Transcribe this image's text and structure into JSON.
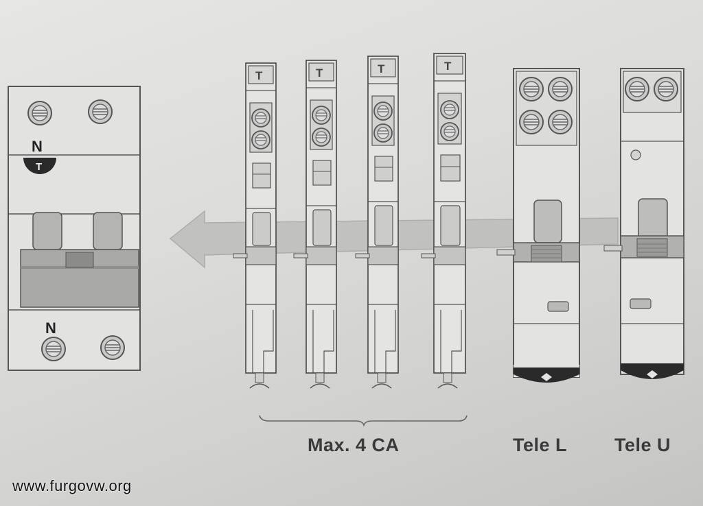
{
  "labels": {
    "neutral_top": "N",
    "test_button": "T",
    "neutral_bottom": "N",
    "group_caption": "Max. 4 CA",
    "tele_l": "Tele L",
    "tele_u": "Tele U",
    "watermark": "www.furgovw.org",
    "aux_module_glyph": "T"
  },
  "icons": {
    "terminal": "screw-terminal-icon",
    "direction": "left-arrow-icon",
    "test_button": "test-button-icon",
    "bracket": "group-bracket"
  },
  "colors": {
    "paper": "#dcdcda",
    "line": "#555555",
    "dark": "#2a2a2a"
  }
}
